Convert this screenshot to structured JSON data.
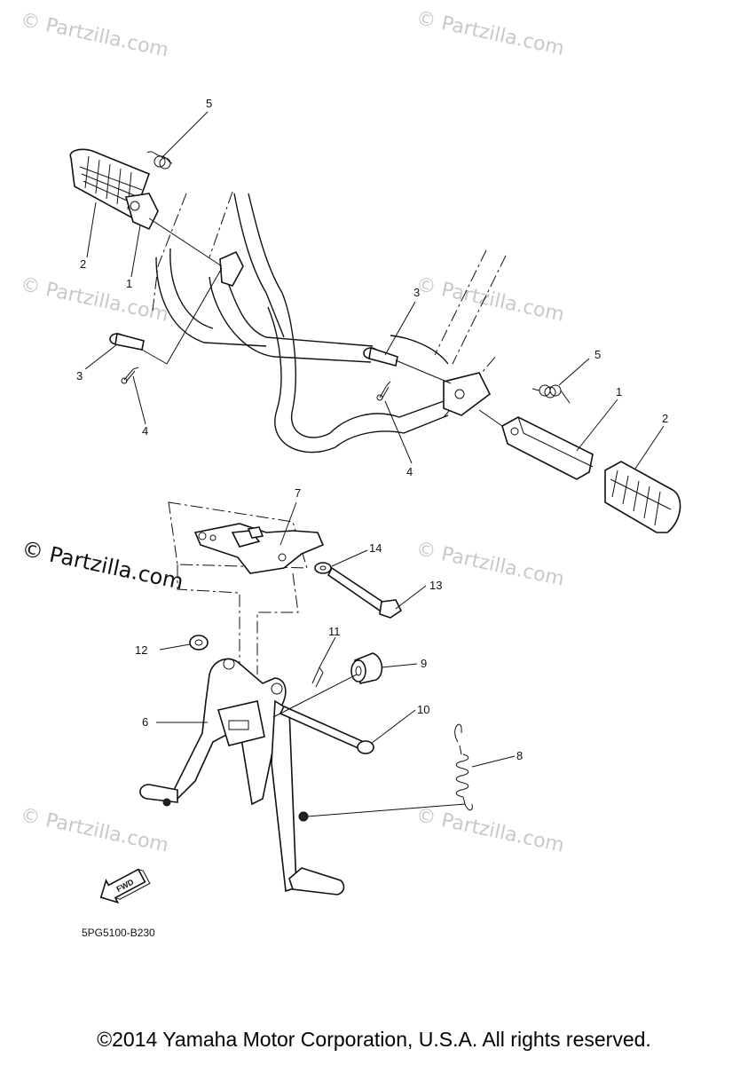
{
  "watermarks": {
    "text": "© Partzilla.com",
    "main_text": "© Partzilla.com"
  },
  "callouts": {
    "c5a": "5",
    "c2a": "2",
    "c1a": "1",
    "c3a": "3",
    "c4a": "4",
    "c3b": "3",
    "c5b": "5",
    "c1b": "1",
    "c2b": "2",
    "c4b": "4",
    "c7": "7",
    "c14": "14",
    "c13": "13",
    "c12": "12",
    "c11": "11",
    "c9": "9",
    "c6": "6",
    "c10": "10",
    "c8": "8"
  },
  "fwd_label": "FWD",
  "diagram_code": "5PG5100-B230",
  "copyright": "©2014 Yamaha Motor Corporation, U.S.A. All rights reserved."
}
